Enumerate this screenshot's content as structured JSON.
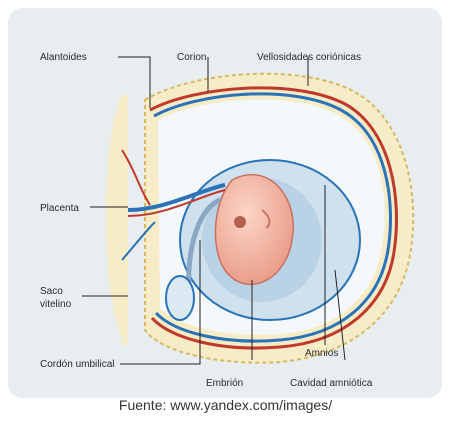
{
  "labels": {
    "alantoides": "Alantoides",
    "corion": "Corion",
    "vellosidades": "Vellosidades coriónicas",
    "placenta": "Placenta",
    "saco_line1": "Saco",
    "saco_line2": "vitelino",
    "cordon": "Cordón umbilical",
    "embrion": "Embrión",
    "amnios": "Amnios",
    "cavidad": "Cavidad amniótica"
  },
  "caption": "Fuente: www.yandex.com/images/",
  "colors": {
    "panel": "#e8eef0",
    "uterine_wall": "#f6ecc8",
    "chorion_blue": "#2b73b8",
    "vessel_red": "#c0392b",
    "amniotic_cavity": "#cfe1ee",
    "embryo": "#f2b3a2",
    "label_text": "#2a2a2a"
  }
}
